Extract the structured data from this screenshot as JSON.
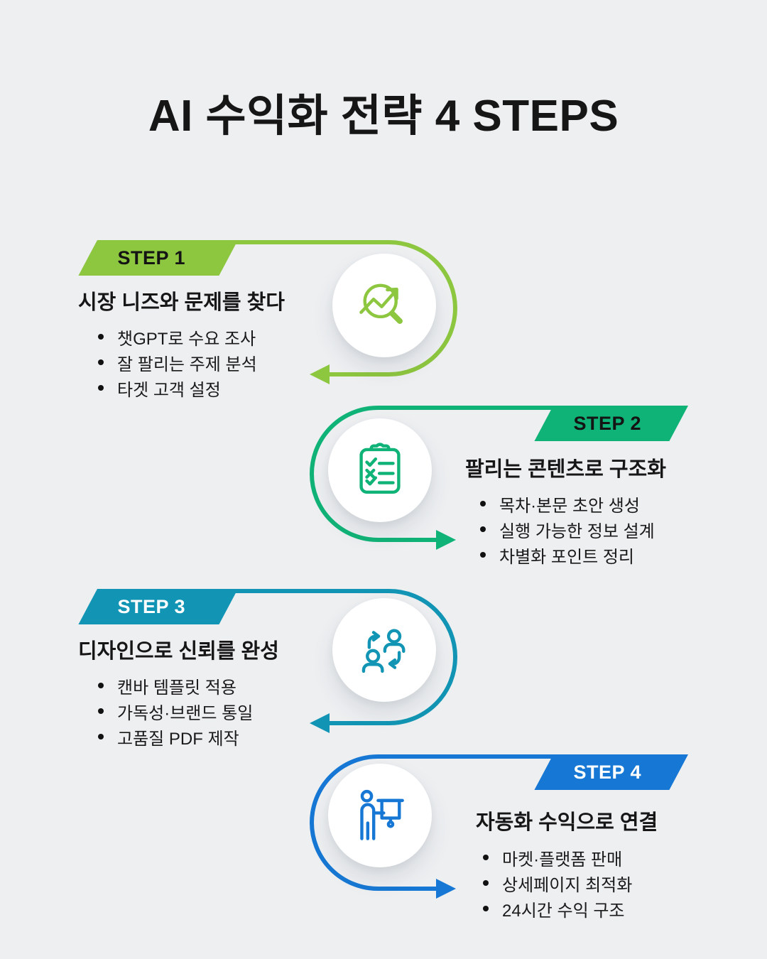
{
  "title": "AI 수익화 전략 4 STEPS",
  "background_color": "#edeff1",
  "text_color": "#161616",
  "bullet_dot_color": "#111111",
  "steps": [
    {
      "label": "STEP 1",
      "title": "시장 니즈와 문제를 찾다",
      "bullets": [
        "챗GPT로 수요 조사",
        "잘 팔리는 주제 분석",
        "타겟 고객 설정"
      ],
      "color": "#8dc63f",
      "label_text_color": "#141414",
      "icon": "trend-magnifier-icon",
      "side": "left"
    },
    {
      "label": "STEP 2",
      "title": "팔리는 콘텐츠로 구조화",
      "bullets": [
        "목차·본문 초안 생성",
        "실행 가능한 정보 설계",
        "차별화 포인트 정리"
      ],
      "color": "#10b377",
      "label_text_color": "#141414",
      "icon": "checklist-clipboard-icon",
      "side": "right"
    },
    {
      "label": "STEP 3",
      "title": "디자인으로 신뢰를 완성",
      "bullets": [
        "캔바 템플릿 적용",
        "가독성·브랜드 통일",
        "고품질 PDF 제작"
      ],
      "color": "#1295b4",
      "label_text_color": "#ffffff",
      "icon": "people-exchange-icon",
      "side": "left"
    },
    {
      "label": "STEP 4",
      "title": "자동화 수익으로 연결",
      "bullets": [
        "마켓·플랫폼 판매",
        "상세페이지 최적화",
        "24시간 수익 구조"
      ],
      "color": "#1678d4",
      "label_text_color": "#ffffff",
      "icon": "presenter-board-icon",
      "side": "right"
    }
  ]
}
